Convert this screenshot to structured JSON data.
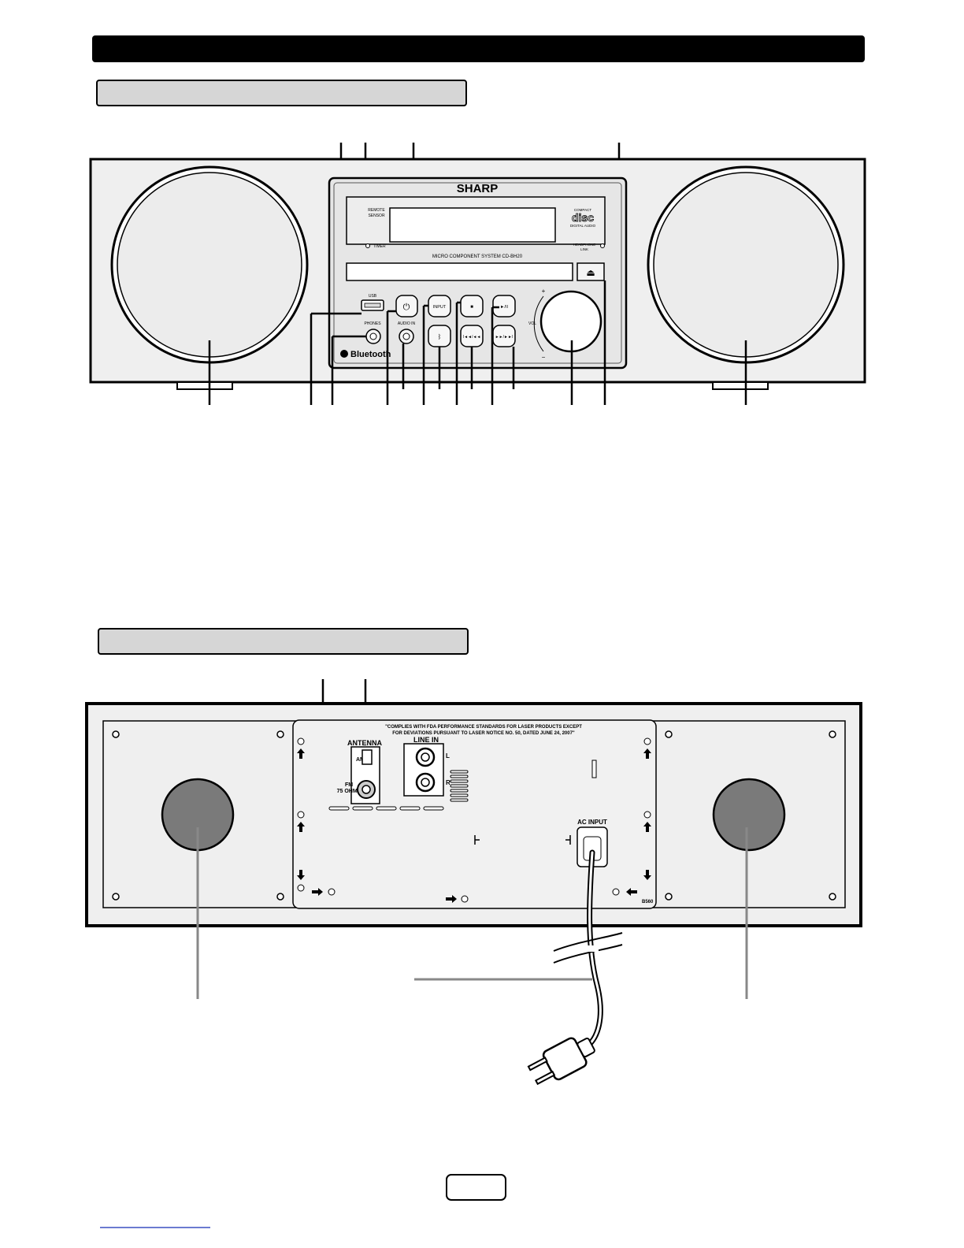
{
  "front": {
    "brand": "SHARP",
    "model_caption": "MICRO COMPONENT SYSTEM CD-BH20",
    "remote_sensor_label_line1": "REMOTE",
    "remote_sensor_label_line2": "SENSOR",
    "timer_label": "TIMER",
    "headphone_label_line1": "HEADPHONE",
    "headphone_label_line2": "LINK",
    "cd_logo_top": "COMPACT",
    "cd_logo_mark": "disc",
    "cd_logo_bottom": "DIGITAL AUDIO",
    "usb_label": "USB",
    "phones_label": "PHONES",
    "audio_in_label": "AUDIO IN",
    "bluetooth_label": "Bluetooth",
    "input_button": "INPUT",
    "stop_button": "■",
    "play_pause_button": "►/II",
    "bt_button": "ᛒ",
    "prev_button": "I◄◄/◄◄",
    "next_button": "►►/►►I",
    "power_button": "⏻",
    "eject_button": "⏏",
    "vol_label": "VOL",
    "vol_plus": "+",
    "vol_minus": "−"
  },
  "rear": {
    "fda_notice_line1": "\"COMPLIES WITH FDA PERFORMANCE STANDARDS FOR LASER PRODUCTS EXCEPT",
    "fda_notice_line2": "FOR DEVIATIONS PURSUANT TO LASER NOTICE NO. 50, DATED JUNE 24, 2007\"",
    "antenna_label": "ANTENNA",
    "am_label": "AM",
    "fm_label_line1": "FM",
    "fm_label_line2": "75 OHMS",
    "line_in_label": "LINE IN",
    "l_label": "L",
    "r_label": "R",
    "ac_input_label": "AC INPUT",
    "model_code": "B560"
  },
  "colors": {
    "header": "#000000",
    "section_bar": "#d6d6d6",
    "panel": "#efefef",
    "speaker_front": "#ececec",
    "speaker_rear": "#7a7a7a",
    "footer_link": "#6b7bd0"
  }
}
